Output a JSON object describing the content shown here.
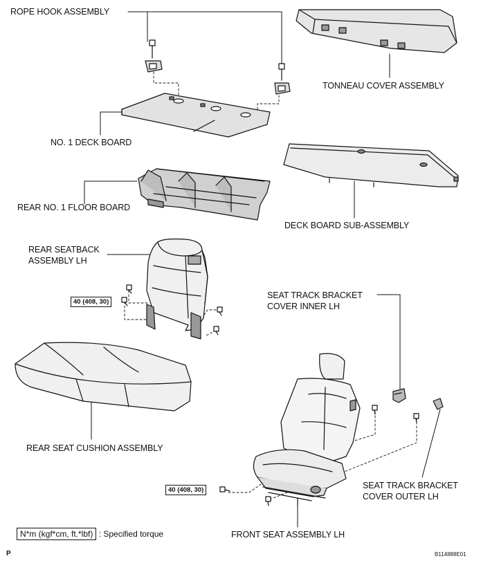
{
  "labels": {
    "rope_hook": "ROPE HOOK ASSEMBLY",
    "tonneau": "TONNEAU COVER ASSEMBLY",
    "deck_board": "NO. 1 DECK BOARD",
    "deck_sub": "DECK BOARD SUB-ASSEMBLY",
    "floor_board": "REAR NO. 1 FLOOR BOARD",
    "seatback_1": "REAR SEATBACK",
    "seatback_2": "ASSEMBLY LH",
    "stb_inner_1": "SEAT TRACK BRACKET",
    "stb_inner_2": "COVER INNER LH",
    "cushion": "REAR SEAT CUSHION ASSEMBLY",
    "stb_outer_1": "SEAT TRACK BRACKET",
    "stb_outer_2": "COVER OUTER LH",
    "front_seat": "FRONT SEAT ASSEMBLY LH"
  },
  "torque": {
    "seatback": "40 (408, 30)",
    "front_seat": "40 (408, 30)"
  },
  "legend": {
    "unit": "N*m (kgf*cm, ft.*lbf)",
    "text": ": Specified torque"
  },
  "footer": {
    "left": "P",
    "code": "B114888E01"
  }
}
